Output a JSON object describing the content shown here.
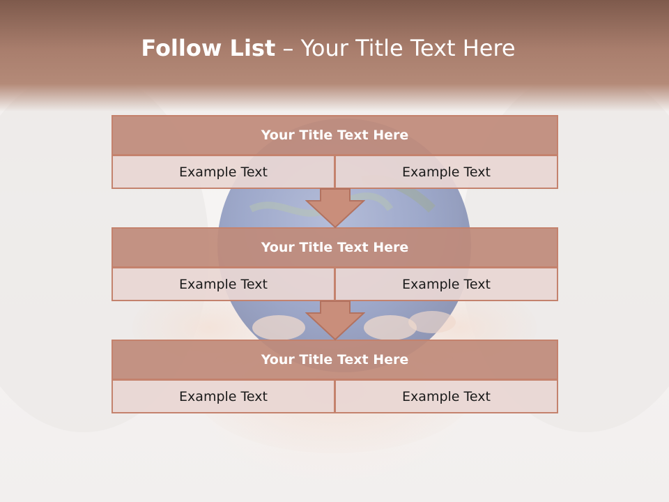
{
  "slide": {
    "title_bold": "Follow List",
    "title_dash": "–",
    "title_rest": "Your Title Text Here"
  },
  "blocks": [
    {
      "header": "Your Title Text Here",
      "left": "Example Text",
      "right": "Example Text"
    },
    {
      "header": "Your Title Text Here",
      "left": "Example Text",
      "right": "Example Text"
    },
    {
      "header": "Your Title Text Here",
      "left": "Example Text",
      "right": "Example Text"
    }
  ],
  "colors": {
    "header_band": "#a97e6d",
    "box_fill": "#c08b7b",
    "box_border": "#c4826d",
    "cell_fill": "#e8d6d3",
    "arrow_fill": "#c98e7b"
  },
  "background_image": "globe-held-in-hands"
}
